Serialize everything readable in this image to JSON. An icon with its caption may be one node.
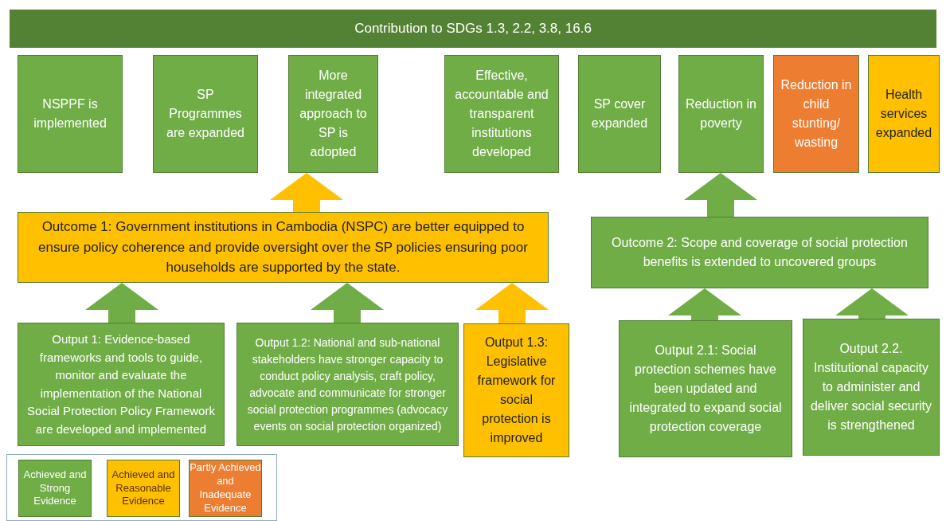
{
  "diagram": {
    "nodes": [
      {
        "text": [
          "Contribution to SDGs 1.3, 2.2, 3.8, 16.6"
        ]
      },
      {
        "text": [
          "NSPPF is implemented"
        ]
      },
      {
        "text": [
          "SP Programmes are expanded"
        ]
      },
      {
        "text": [
          "More integrated approach to SP is adopted"
        ]
      },
      {
        "text": [
          "Effective, accountable and transparent institutions developed"
        ]
      },
      {
        "text": [
          "SP cover expanded"
        ]
      },
      {
        "text": [
          "Reduction in poverty"
        ]
      },
      {
        "text": [
          "Reduction in child stunting/ wasting"
        ]
      },
      {
        "text": [
          "Health services expanded"
        ]
      },
      {
        "text": [
          "Outcome 1: Government institutions in Cambodia (NSPC) are better equipped to ensure policy coherence and provide oversight over the SP policies ensuring poor households are supported by the state."
        ]
      },
      {
        "text": [
          "Outcome 2: Scope and coverage of social protection benefits is extended to uncovered groups"
        ]
      },
      {
        "text": [
          "Output 1: Evidence-based frameworks and tools to guide, monitor and evaluate the implementation of the National Social Protection Policy Framework are developed and implemented"
        ]
      },
      {
        "text": [
          "Output 1.2: National and sub-national stakeholders have stronger capacity to conduct policy analysis, craft policy, advocate and communicate for stronger social protection programmes (advocacy events on social protection organized)"
        ]
      },
      {
        "text": [
          "Output 1.3: Legislative framework for social protection is improved"
        ]
      },
      {
        "text": [
          "Output 2.1: Social protection schemes have been updated and integrated to expand social protection coverage"
        ]
      },
      {
        "text": [
          "Output 2.2. Institutional capacity to administer and deliver social security is strengthened"
        ]
      }
    ],
    "edges": [
      {
        "from": 9,
        "to": 3,
        "arrow": "to",
        "color": "#ffc000"
      },
      {
        "from": 10,
        "to": 6,
        "arrow": "to"
      },
      {
        "from": 11,
        "to": 9,
        "arrow": "to"
      },
      {
        "from": 12,
        "to": 9,
        "arrow": "to"
      },
      {
        "from": 13,
        "to": 9,
        "arrow": "to",
        "color": "#ffc000"
      },
      {
        "from": 14,
        "to": 10,
        "arrow": "to"
      },
      {
        "from": 15,
        "to": 10,
        "arrow": "to"
      }
    ],
    "legend": [
      {
        "text": "Achieved and Strong Evidence",
        "color": "#70ad47"
      },
      {
        "text": "Achieved and Reasonable Evidence",
        "color": "#ffc000"
      },
      {
        "text": "Partly Achieved and Inadequate Evidence",
        "color": "#ed7d31"
      }
    ]
  }
}
